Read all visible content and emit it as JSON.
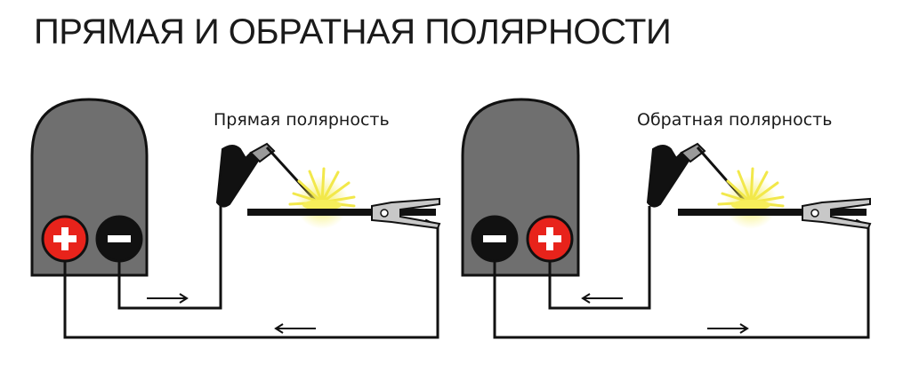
{
  "title": "ПРЯМАЯ И ОБРАТНАЯ ПОЛЯРНОСТИ",
  "panels": [
    {
      "label": "Прямая полярность",
      "terminals": [
        {
          "sign": "+",
          "color": "#e8231b",
          "icon": "plus-terminal-icon"
        },
        {
          "sign": "−",
          "color": "#111111",
          "icon": "minus-terminal-icon"
        }
      ],
      "electrode_lead": "minus",
      "workpiece_lead": "plus",
      "current_direction": "electrode-to-workpiece"
    },
    {
      "label": "Обратная полярность",
      "terminals": [
        {
          "sign": "−",
          "color": "#111111",
          "icon": "minus-terminal-icon"
        },
        {
          "sign": "+",
          "color": "#e8231b",
          "icon": "plus-terminal-icon"
        }
      ],
      "electrode_lead": "plus",
      "workpiece_lead": "minus",
      "current_direction": "workpiece-to-electrode"
    }
  ],
  "colors": {
    "machine_body": "#6f6f6f",
    "plus": "#e8231b",
    "minus": "#111111",
    "spark": "#f2e84a",
    "wire": "#111111"
  }
}
